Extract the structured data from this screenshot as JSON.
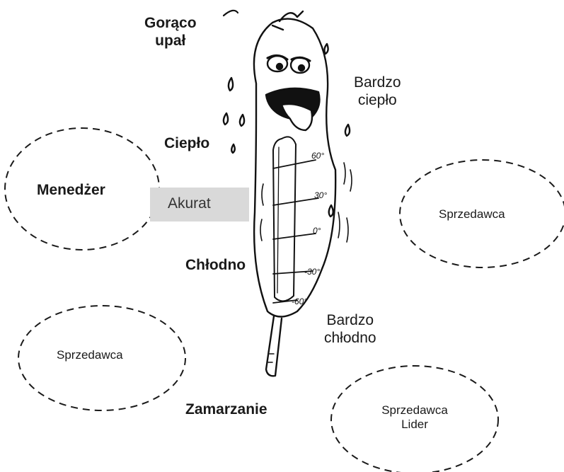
{
  "scale_labels": {
    "hot": "Gorąco\nupał",
    "very_warm": "Bardzo\nciepło",
    "warm": "Ciepło",
    "just_right": "Akurat",
    "cool": "Chłodno",
    "very_cool": "Bardzo\nchłodno",
    "freezing": "Zamarzanie"
  },
  "thermometer_ticks": [
    "60°",
    "30°",
    "0°",
    "-30°",
    "-60°"
  ],
  "ellipses": {
    "manager": "Menedżer",
    "seller_right": "Sprzedawca",
    "seller_left": "Sprzedawca",
    "seller_leader": "Sprzedawca\nLider"
  }
}
